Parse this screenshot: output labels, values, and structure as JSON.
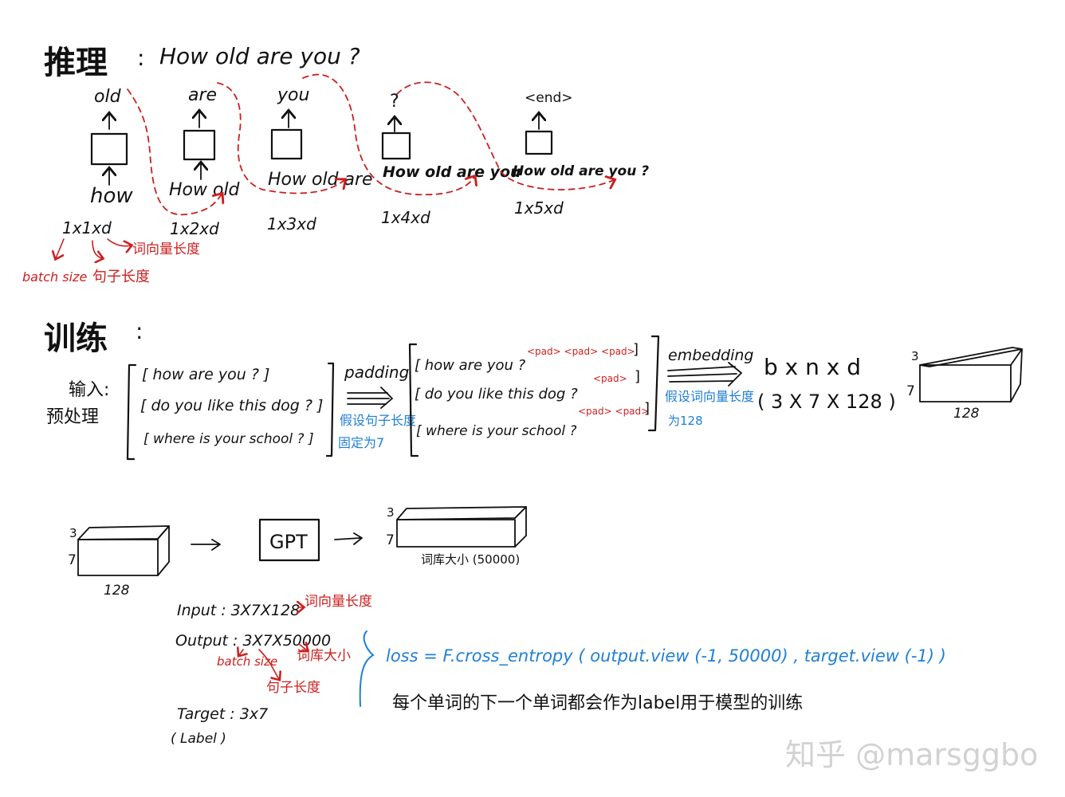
{
  "inference": {
    "heading": "推理",
    "colon": ":",
    "prompt": "How old are you ?",
    "steps": [
      {
        "output": "old",
        "input": "how",
        "shape": "1x1xd"
      },
      {
        "output": "are",
        "input": "How old",
        "shape": "1x2xd"
      },
      {
        "output": "you",
        "input": "How old are",
        "shape": "1x3xd"
      },
      {
        "output": "?",
        "input": "How old are you",
        "shape": "1x4xd"
      },
      {
        "output": "<end>",
        "input": "How old are you ?",
        "shape": "1x5xd"
      }
    ],
    "notes": {
      "batch": "batch size",
      "sentence": "句子长度",
      "vector": "词向量长度"
    }
  },
  "training": {
    "heading": "训练",
    "colon": ":",
    "input_label": "输入:",
    "preprocess_label": "预处理",
    "sentences": [
      "[ how are you ? ]",
      "[ do you like this dog ? ]",
      "[ where is your school ? ]"
    ],
    "padding_label": "padding",
    "padding_note_1": "假设句子长度",
    "padding_note_2": "固定为7",
    "padded": [
      {
        "text": "[ how are you ?",
        "pads": "<pad> <pad> <pad>",
        "close": "]"
      },
      {
        "text": "[ do you like this dog ?",
        "pads": "<pad>",
        "close": "]"
      },
      {
        "text": "[ where is your school ?",
        "pads": "<pad> <pad>",
        "close": "]"
      }
    ],
    "embedding_label": "embedding",
    "embedding_note_1": "假设词向量长度",
    "embedding_note_2": "为128",
    "dims_symbolic": "b x n x d",
    "dims_numeric": "( 3 X 7 X 128 )",
    "block": {
      "depth": "3",
      "height": "7",
      "width": "128"
    }
  },
  "gpt_flow": {
    "input_block": {
      "depth": "3",
      "height": "7",
      "width": "128"
    },
    "model_label": "GPT",
    "output_block": {
      "depth": "3",
      "height": "7",
      "width_label": "词库大小 (50000)"
    },
    "input_line": "Input : 3X7X128",
    "input_note": "词向量长度",
    "output_line": "Output : 3X7X50000",
    "output_note_batch": "batch size",
    "output_note_sentence": "句子长度",
    "output_note_vocab": "词库大小",
    "target_line": "Target : 3x7",
    "target_sub": "( Label )",
    "loss_formula": "loss = F.cross_entropy ( output.view (-1, 50000) , target.view (-1) )",
    "caption": "每个单词的下一个单词都会作为label用于模型的训练"
  },
  "watermark": "知乎 @marsggbo",
  "colors": {
    "ink": "#111111",
    "red": "#cc1f1f",
    "blue": "#1f7fd6",
    "watermark": "#d2d2d2"
  }
}
